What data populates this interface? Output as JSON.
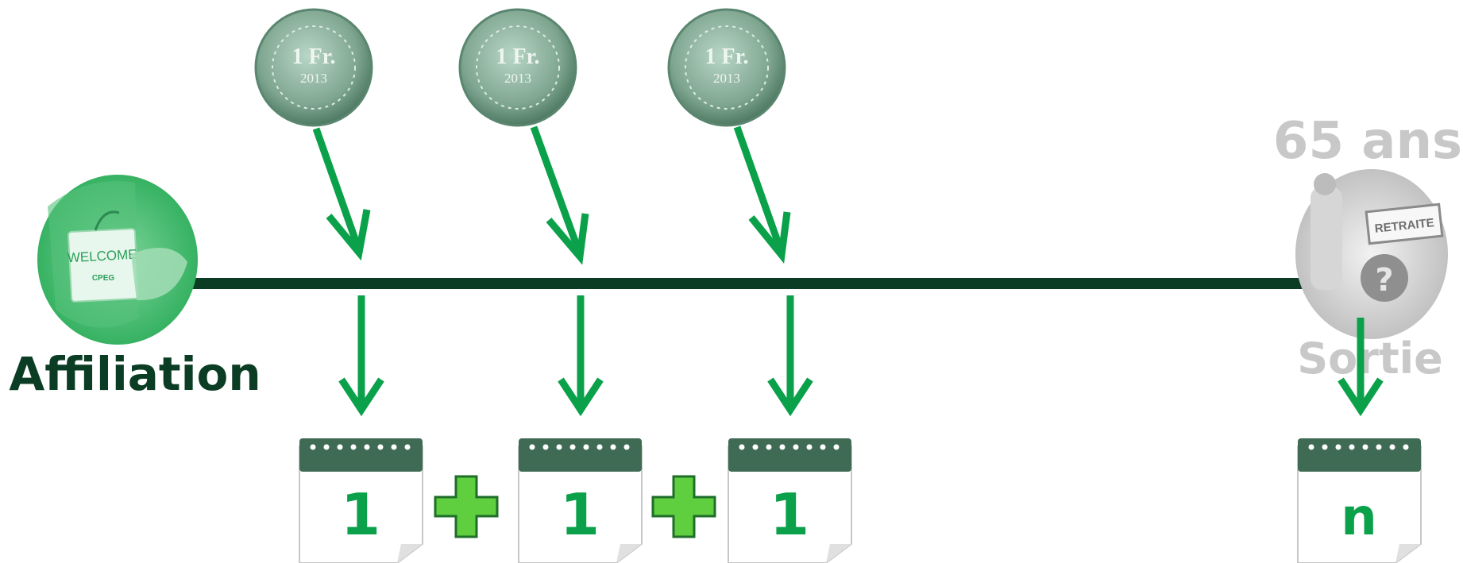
{
  "timeline": {
    "start_label": "Affiliation",
    "end_top_label": "65 ans",
    "end_bottom_label": "Sortie"
  },
  "welcome_badge": {
    "title": "WELCOME",
    "org": "CPEG"
  },
  "retirement_sign": {
    "text": "RETRAITE",
    "mark": "?"
  },
  "coins": [
    {
      "value": "1 Fr.",
      "year": "2013"
    },
    {
      "value": "1 Fr.",
      "year": "2013"
    },
    {
      "value": "1 Fr.",
      "year": "2013"
    }
  ],
  "calendars": [
    {
      "value": "1"
    },
    {
      "value": "1"
    },
    {
      "value": "1"
    },
    {
      "value": "n"
    }
  ],
  "operators": [
    "+",
    "+"
  ],
  "colors": {
    "green": "#0aa14a",
    "dark_green": "#0b3d24",
    "calendar_header": "#3f6b55",
    "plus_fill": "#5fcf3f",
    "gray_label": "#c8c8c8"
  }
}
